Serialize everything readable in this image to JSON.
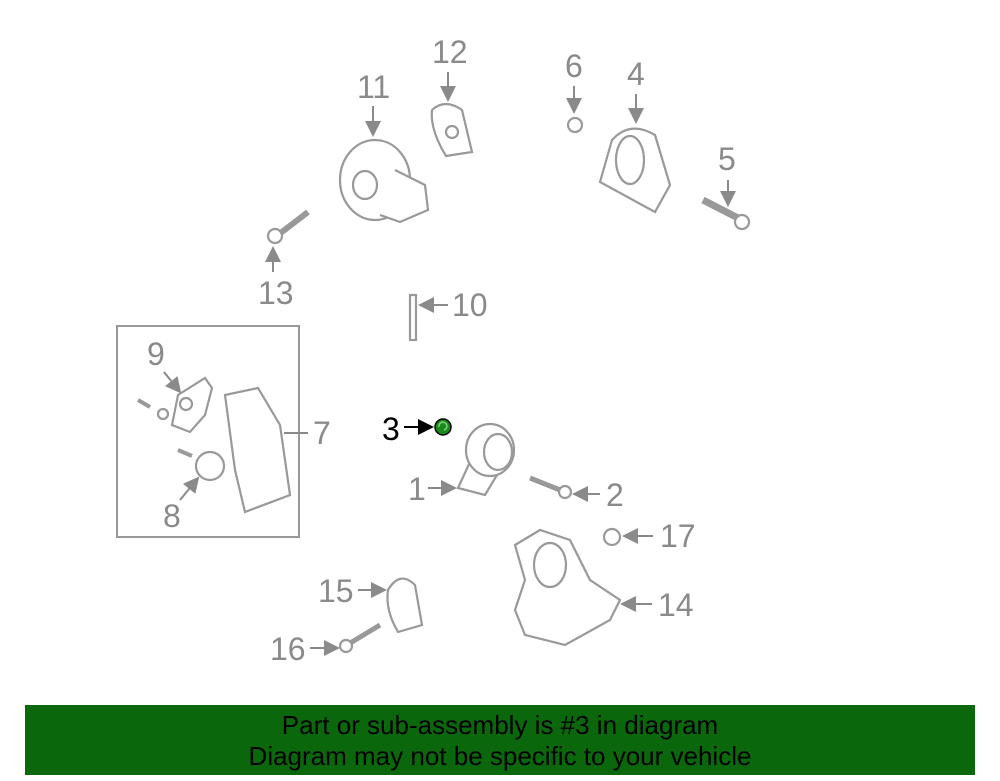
{
  "diagram": {
    "callouts": [
      "1",
      "2",
      "3",
      "4",
      "5",
      "6",
      "7",
      "8",
      "9",
      "10",
      "11",
      "12",
      "13",
      "14",
      "15",
      "16",
      "17"
    ],
    "highlighted_part": "3",
    "highlight_color": "#1a8a1a"
  },
  "banner": {
    "line1": "Part or sub-assembly is #3 in diagram",
    "line2": "Diagram may not be specific to your vehicle",
    "background": "#0b670b"
  }
}
